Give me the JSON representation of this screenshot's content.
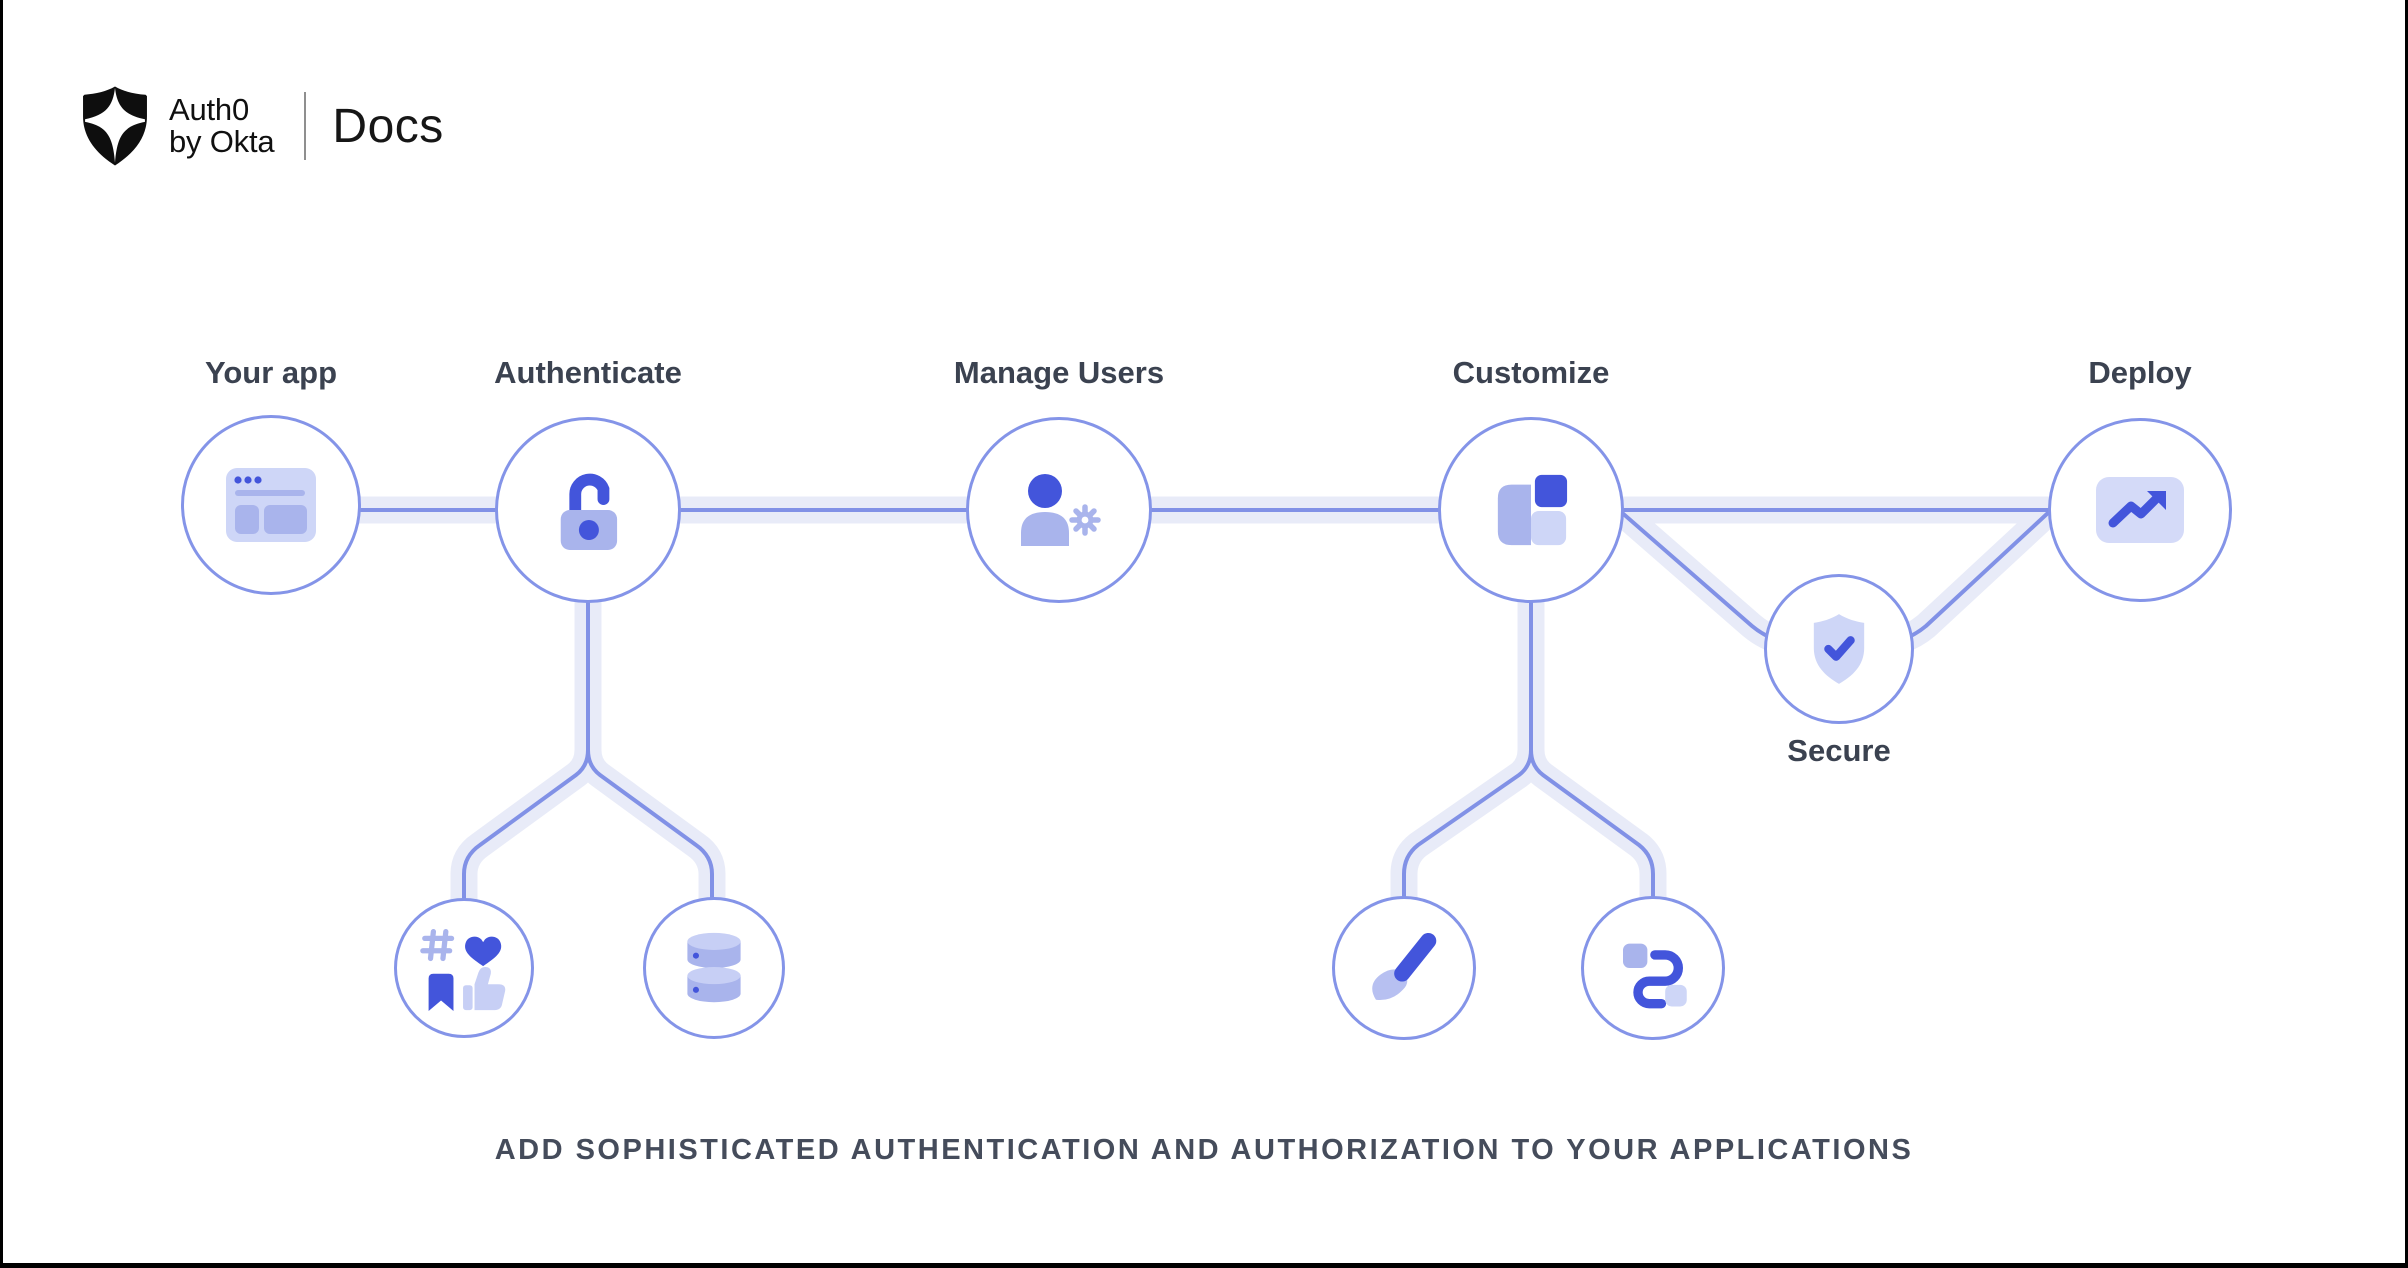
{
  "header": {
    "brand_line1": "Auth0",
    "brand_line2": "by Okta",
    "product": "Docs"
  },
  "nodes": {
    "your_app": {
      "label": "Your app",
      "icon": "browser-window-icon"
    },
    "authenticate": {
      "label": "Authenticate",
      "icon": "unlocked-padlock-icon"
    },
    "manage_users": {
      "label": "Manage Users",
      "icon": "user-gear-icon"
    },
    "customize": {
      "label": "Customize",
      "icon": "layout-blocks-icon"
    },
    "secure": {
      "label": "Secure",
      "icon": "shield-check-icon"
    },
    "deploy": {
      "label": "Deploy",
      "icon": "trending-up-icon"
    }
  },
  "sub_nodes": {
    "social_connections": {
      "icon": "social-icons-cluster"
    },
    "database": {
      "icon": "database-icon"
    },
    "branding": {
      "icon": "paintbrush-icon"
    },
    "flows": {
      "icon": "route-flow-icon"
    }
  },
  "tagline": {
    "text": "ADD SOPHISTICATED AUTHENTICATION AND AUTHORIZATION TO YOUR APPLICATIONS"
  },
  "colors": {
    "accent_blue": "#4355DB",
    "mid_lavender": "#A9B4EC",
    "light_lavender": "#CED6F7",
    "circle_stroke": "#8494E8",
    "wire_glow": "#E8EBF8",
    "wire_core": "#8191E6",
    "label_text": "#3B4250",
    "frame_border": "#000000"
  }
}
